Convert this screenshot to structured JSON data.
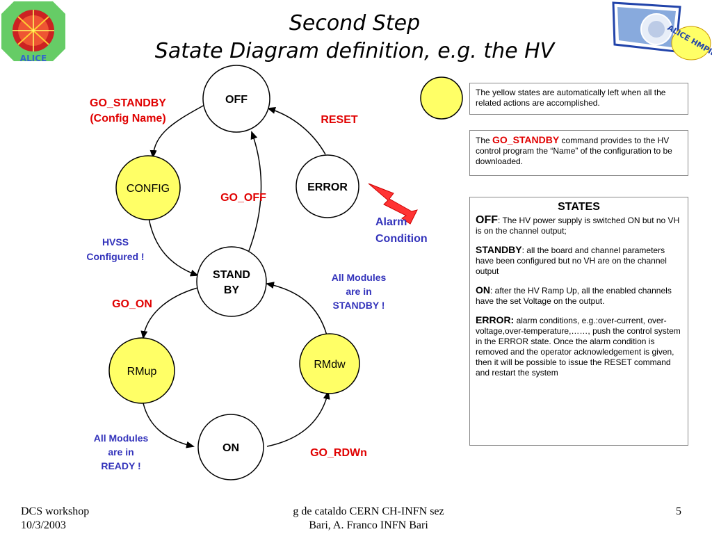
{
  "slide": {
    "title_line1": "Second Step",
    "title_line2": "Satate Diagram definition, e.g. the HV",
    "logo_left_text": "ALICE",
    "logo_right_text": "ALICE HMPID"
  },
  "states": {
    "off": "OFF",
    "config": "CONFIG",
    "error": "ERROR",
    "standby_line1": "STAND",
    "standby_line2": "BY",
    "rmup": "RMup",
    "rmdw": "RMdw",
    "on": "ON"
  },
  "transitions": {
    "go_standby": "GO_STANDBY",
    "config_name": "(Config Name)",
    "reset": "RESET",
    "go_off": "GO_OFF",
    "go_on": "GO_ON",
    "go_rdwn": "GO_RDWn",
    "hvss_line1": "HVSS",
    "hvss_line2": "Configured !",
    "standby_mod_line1": "All Modules",
    "standby_mod_line2": "are in",
    "standby_mod_line3": "STANDBY !",
    "ready_mod_line1": "All Modules",
    "ready_mod_line2": "are in",
    "ready_mod_line3": "READY !",
    "alarm_line1": "Alarm",
    "alarm_line2": "Condition"
  },
  "notes": {
    "yellow": "The yellow states are automatically left  when all the related actions are accomplished.",
    "gostandby_prefix": "The ",
    "gostandby_cmd": "GO_STANDBY",
    "gostandby_suffix": " command provides to the HV control program  the  “Name” of the configuration to be downloaded."
  },
  "legend": {
    "heading": "STATES",
    "off_term": "OFF",
    "off_desc": ": The HV power supply is switched ON but no VH is on the channel output;",
    "standby_term": "STANDBY",
    "standby_desc": ": all the board and channel parameters have been configured but no VH are on the channel output",
    "on_term": "ON",
    "on_desc": ": after the HV Ramp Up, all the enabled channels have the set Voltage on the output.",
    "error_term": "ERROR:",
    "error_desc": " alarm conditions, e.g.:over-current, over-voltage,over-temperature,……, push the control system in the ERROR state. Once the alarm condition is removed and the operator acknowledgement is given, then it will be possible to issue the RESET command and restart the system"
  },
  "footer": {
    "left_line1": "DCS workshop",
    "left_line2": "10/3/2003",
    "center_line1": "g de cataldo CERN CH-INFN sez",
    "center_line2": "Bari, A. Franco INFN Bari",
    "page": "5"
  },
  "colors": {
    "yellow_state": "#ffff66",
    "label_red": "#e00000",
    "label_blue": "#3333bb"
  }
}
